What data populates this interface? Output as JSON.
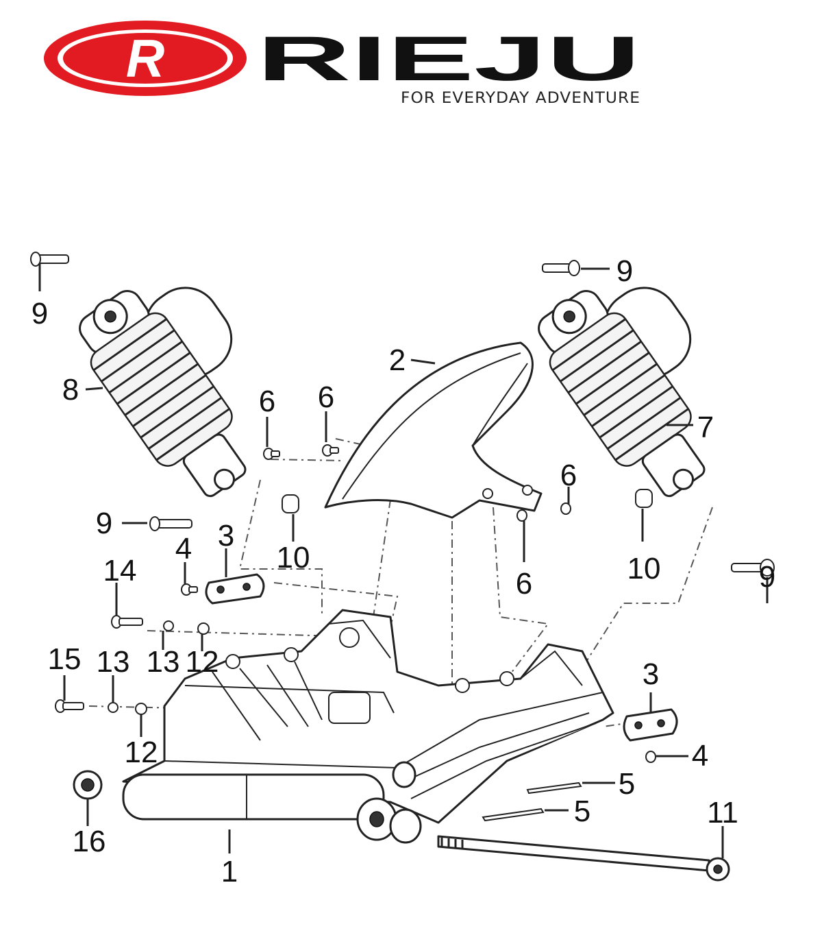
{
  "brand": {
    "name": "RIEJU",
    "logo_letter": "R",
    "tagline": "FOR EVERYDAY ADVENTURE",
    "logo_color": "#e21b23",
    "text_color": "#111111"
  },
  "callouts": [
    {
      "id": "c9a",
      "label": "9"
    },
    {
      "id": "c9b",
      "label": "9"
    },
    {
      "id": "c8",
      "label": "8"
    },
    {
      "id": "c2",
      "label": "2"
    },
    {
      "id": "c6a",
      "label": "6"
    },
    {
      "id": "c6b",
      "label": "6"
    },
    {
      "id": "c6c",
      "label": "6"
    },
    {
      "id": "c6d",
      "label": "6"
    },
    {
      "id": "c7",
      "label": "7"
    },
    {
      "id": "c9c",
      "label": "9"
    },
    {
      "id": "c10a",
      "label": "10"
    },
    {
      "id": "c10b",
      "label": "10"
    },
    {
      "id": "c9d",
      "label": "9"
    },
    {
      "id": "c4a",
      "label": "4"
    },
    {
      "id": "c3a",
      "label": "3"
    },
    {
      "id": "c14",
      "label": "14"
    },
    {
      "id": "c13a",
      "label": "13"
    },
    {
      "id": "c12a",
      "label": "12"
    },
    {
      "id": "c15",
      "label": "15"
    },
    {
      "id": "c13b",
      "label": "13"
    },
    {
      "id": "c12b",
      "label": "12"
    },
    {
      "id": "c3b",
      "label": "3"
    },
    {
      "id": "c4b",
      "label": "4"
    },
    {
      "id": "c5a",
      "label": "5"
    },
    {
      "id": "c5b",
      "label": "5"
    },
    {
      "id": "c11",
      "label": "11"
    },
    {
      "id": "c16",
      "label": "16"
    },
    {
      "id": "c1",
      "label": "1"
    }
  ]
}
